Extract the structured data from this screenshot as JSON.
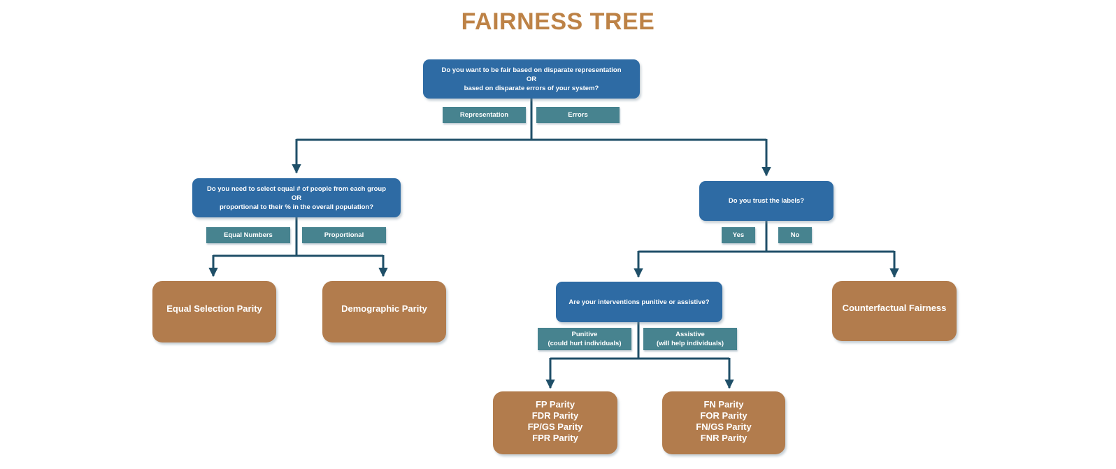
{
  "title": "FAIRNESS TREE",
  "colors": {
    "title": "#bd8246",
    "question_node": "#2e6ba4",
    "answer_label": "#47838f",
    "leaf_node": "#b27c4d",
    "connector": "#1f4f68",
    "text": "#ffffff"
  },
  "nodes": {
    "root": {
      "line1": "Do you want to be fair based on disparate representation",
      "line2": "OR",
      "line3": "based on disparate errors of your system?"
    },
    "selection": {
      "line1": "Do you need to select equal # of people from each group",
      "line2": "OR",
      "line3": "proportional to their % in the overall population?"
    },
    "trust": {
      "text": "Do you trust the labels?"
    },
    "interventions": {
      "text": "Are your interventions punitive or assistive?"
    }
  },
  "answers": {
    "representation": "Representation",
    "errors": "Errors",
    "equal_numbers": "Equal Numbers",
    "proportional": "Proportional",
    "yes": "Yes",
    "no": "No",
    "punitive_line1": "Punitive",
    "punitive_line2": "(could hurt individuals)",
    "assistive_line1": "Assistive",
    "assistive_line2": "(will help individuals)"
  },
  "leaves": {
    "equal_selection": "Equal Selection Parity",
    "demographic": "Demographic Parity",
    "counterfactual": "Counterfactual Fairness",
    "fp": [
      "FP Parity",
      "FDR Parity",
      "FP/GS Parity",
      "FPR Parity"
    ],
    "fn": [
      "FN Parity",
      "FOR Parity",
      "FN/GS Parity",
      "FNR Parity"
    ]
  }
}
